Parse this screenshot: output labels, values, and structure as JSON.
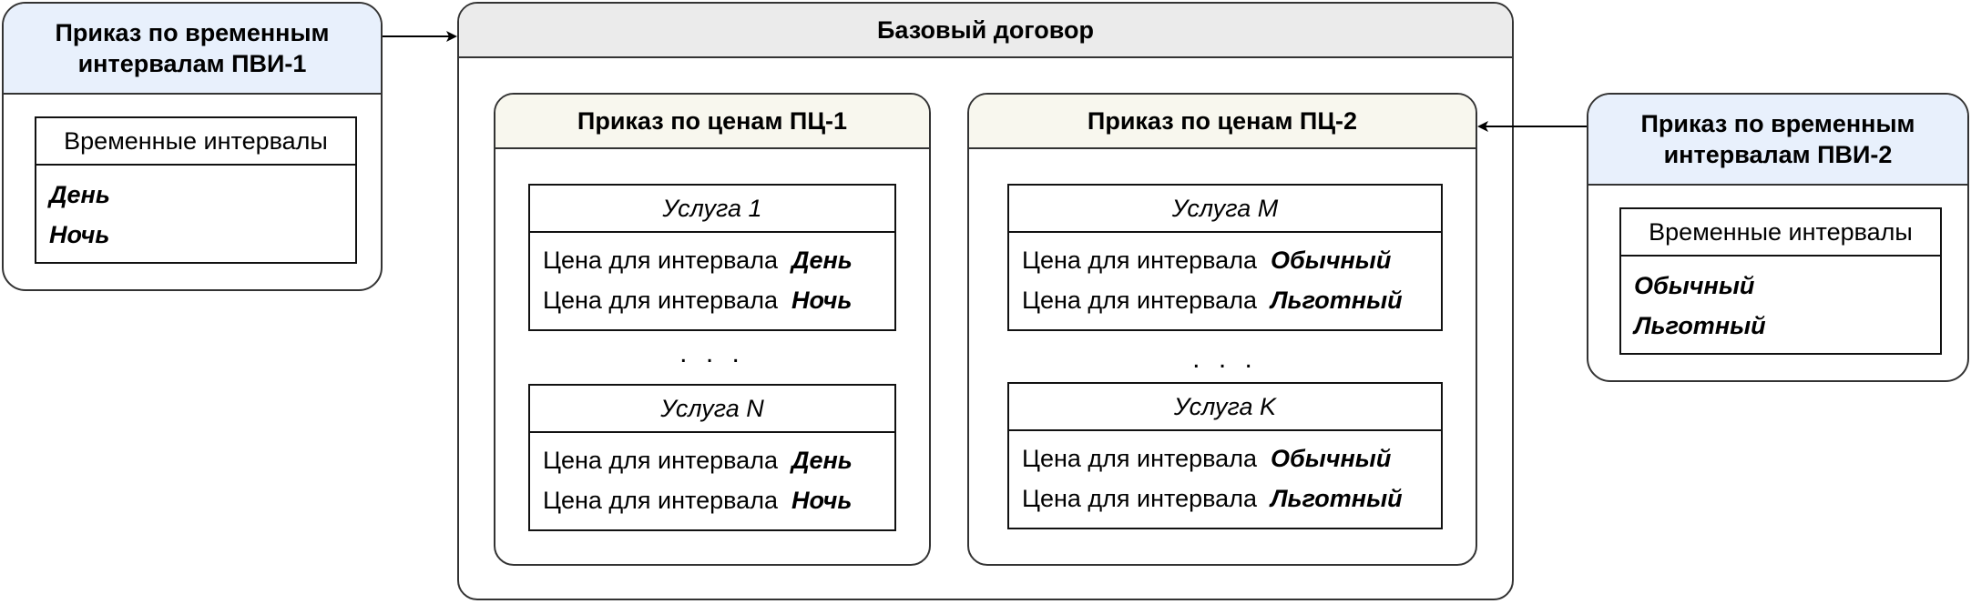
{
  "left_order": {
    "title": "Приказ по временным интервалам ПВИ-1",
    "table": {
      "header": "Временные интервалы",
      "items": [
        "День",
        "Ночь"
      ]
    }
  },
  "base_contract": {
    "title": "Базовый договор",
    "price_orders": [
      {
        "title": "Приказ по ценам ПЦ-1",
        "services": [
          {
            "name": "Услуга 1",
            "rows": [
              {
                "label": "Цена для интервала",
                "interval": "День"
              },
              {
                "label": "Цена для интервала",
                "interval": "Ночь"
              }
            ]
          },
          {
            "name": "Услуга N",
            "rows": [
              {
                "label": "Цена для интервала",
                "interval": "День"
              },
              {
                "label": "Цена для интервала",
                "interval": "Ночь"
              }
            ]
          }
        ],
        "ellipsis": ". . ."
      },
      {
        "title": "Приказ по ценам ПЦ-2",
        "services": [
          {
            "name": "Услуга M",
            "rows": [
              {
                "label": "Цена для интервала",
                "interval": "Обычный"
              },
              {
                "label": "Цена для интервала",
                "interval": "Льготный"
              }
            ]
          },
          {
            "name": "Услуга K",
            "rows": [
              {
                "label": "Цена для интервала",
                "interval": "Обычный"
              },
              {
                "label": "Цена для интервала",
                "interval": "Льготный"
              }
            ]
          }
        ],
        "ellipsis": ". . ."
      }
    ]
  },
  "right_order": {
    "title": "Приказ по временным интервалам ПВИ-2",
    "table": {
      "header": "Временные интервалы",
      "items": [
        "Обычный",
        "Льготный"
      ]
    }
  }
}
